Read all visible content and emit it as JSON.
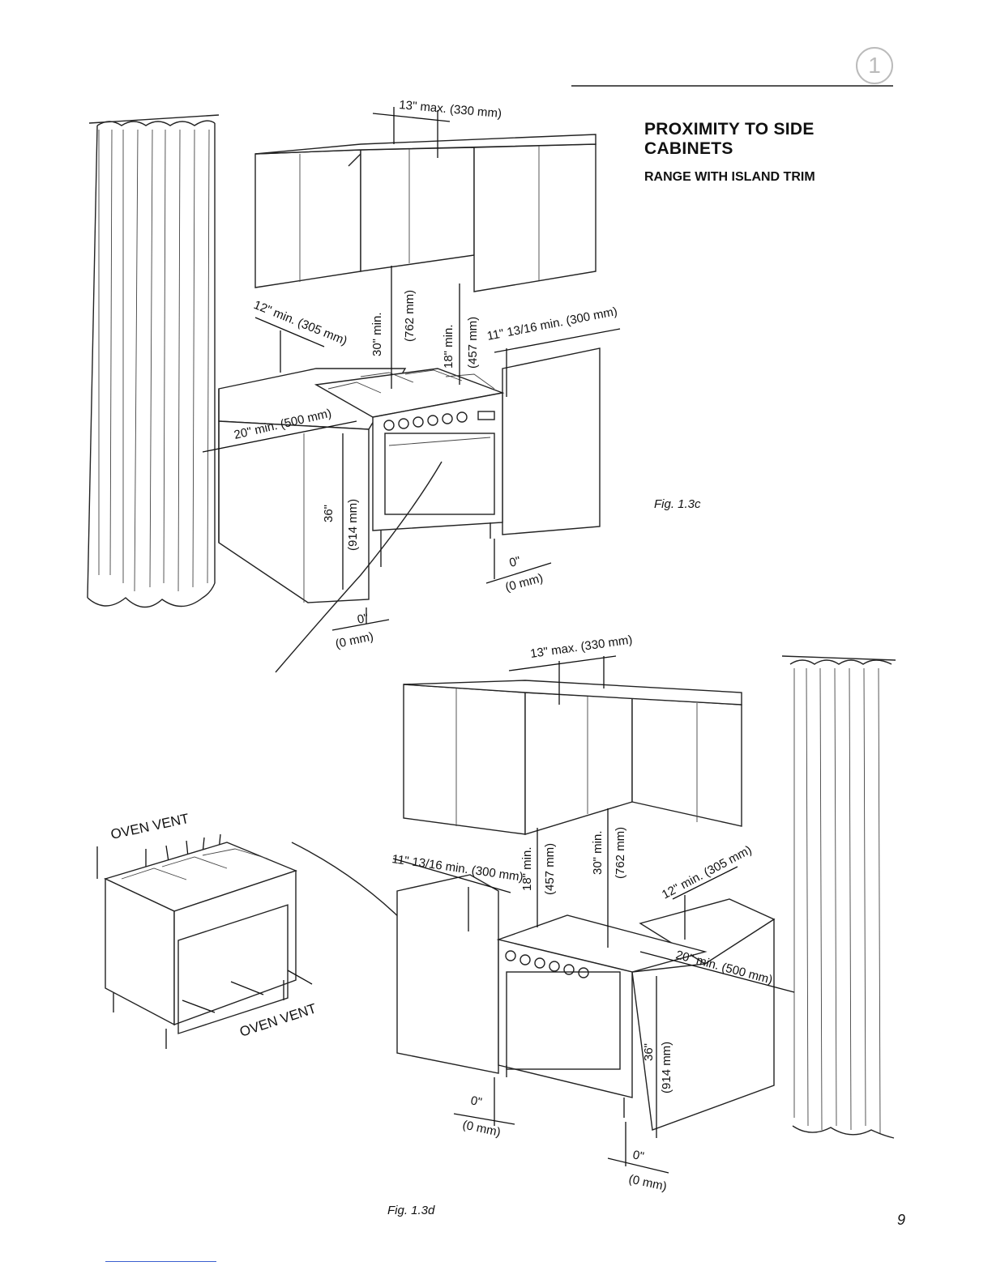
{
  "header": {
    "chapter_number": "1",
    "title": "PROXIMITY TO SIDE CABINETS",
    "subtitle": "RANGE WITH ISLAND TRIM"
  },
  "figure_top": {
    "caption": "Fig. 1.3c",
    "dims": {
      "hood_overhang": "13\" max. (330 mm)",
      "hood_height": "30\" min.",
      "hood_height_mm": "(762 mm)",
      "side_cabinet_height": "18\" min.",
      "side_cabinet_height_mm": "(457 mm)",
      "left_cabinet_width": "12\" min. (305 mm)",
      "right_cabinet_width": "11\" 13/16 min. (300 mm)",
      "side_clearance": "20\" min. (500 mm)",
      "counter_height": "36\"",
      "counter_height_mm": "(914 mm)",
      "gap_right": "0\"",
      "gap_right_mm": "(0 mm)",
      "gap_left": "0\"",
      "gap_left_mm": "(0 mm)"
    }
  },
  "figure_bottom": {
    "caption": "Fig. 1.3d",
    "dims": {
      "hood_overhang": "13\" max. (330 mm)",
      "side_cabinet_height": "18\" min.",
      "side_cabinet_height_mm": "(457 mm)",
      "hood_height": "30\" min.",
      "hood_height_mm": "(762 mm)",
      "left_cabinet_width": "11\" 13/16 min. (300 mm)",
      "right_cabinet_width": "12\" min. (305 mm)",
      "side_clearance": "20\" min. (500 mm)",
      "counter_height": "36\"",
      "counter_height_mm": "(914 mm)",
      "gap_left": "0\"",
      "gap_left_mm": "(0 mm)",
      "gap_right": "0\"",
      "gap_right_mm": "(0 mm)"
    }
  },
  "oven_detail": {
    "vent_top_label": "OVEN VENT",
    "vent_bottom_label": "OVEN VENT"
  },
  "page_number": "9"
}
